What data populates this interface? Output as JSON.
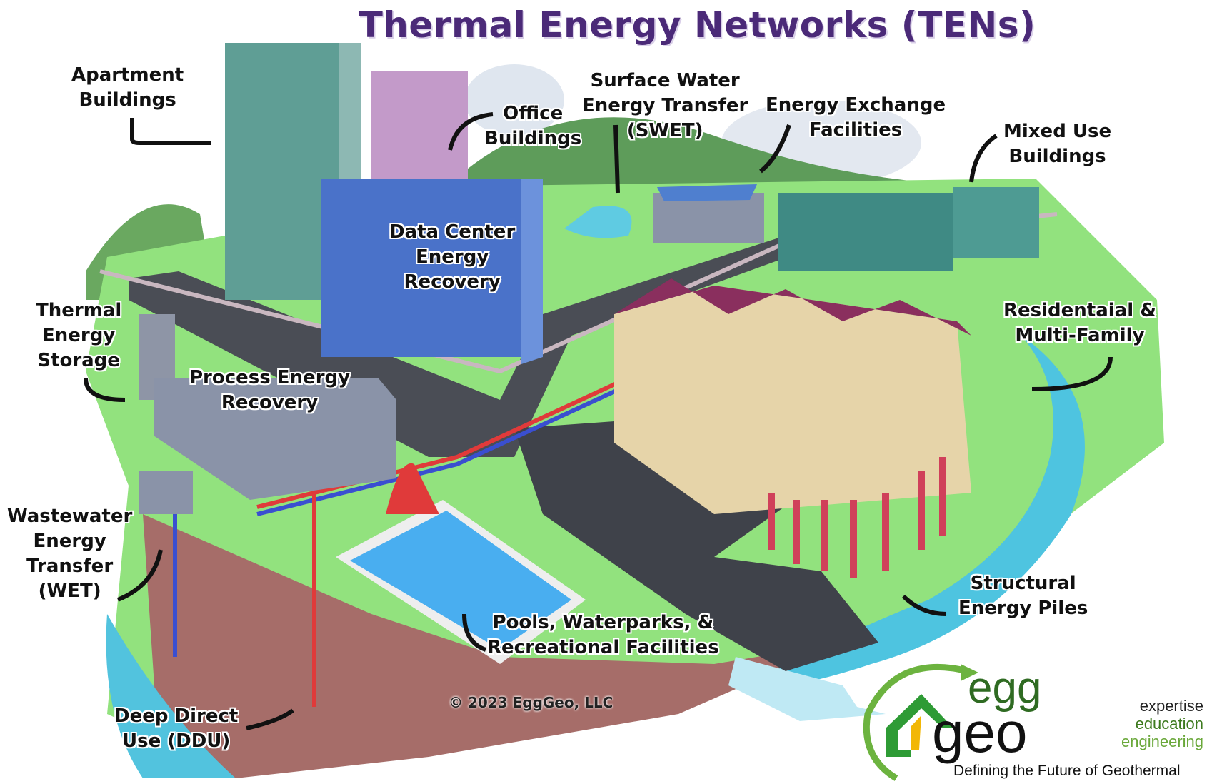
{
  "title": "Thermal Energy Networks (TENs)",
  "labels": {
    "apartment": [
      "Apartment",
      "Buildings"
    ],
    "office": [
      "Office",
      "Buildings"
    ],
    "swet": [
      "Surface Water",
      "Energy Transfer",
      "(SWET)"
    ],
    "exchange": [
      "Energy Exchange",
      "Facilities"
    ],
    "mixed": [
      "Mixed Use",
      "Buildings"
    ],
    "datacenter": [
      "Data Center",
      "Energy",
      "Recovery"
    ],
    "storage": [
      "Thermal",
      "Energy",
      "Storage"
    ],
    "process": [
      "Process Energy",
      "Recovery"
    ],
    "residential": [
      "Residentaial &",
      "Multi-Family"
    ],
    "wet": [
      "Wastewater",
      "Energy",
      "Transfer",
      "(WET)"
    ],
    "piles": [
      "Structural",
      "Energy Piles"
    ],
    "pools": [
      "Pools, Waterparks, &",
      "Recreational Facilities"
    ],
    "ddu": [
      "Deep Direct",
      "Use (DDU)"
    ]
  },
  "copyright": "© 2023 EggGeo, LLC",
  "logo": {
    "egg": "egg",
    "geo": "geo",
    "tagline": "Defining the Future of Geothermal",
    "words": [
      "expertise",
      "education",
      "engineering"
    ]
  },
  "colors": {
    "title": "#4b2a78",
    "grass": "#8fe07a",
    "soil": "#a9706a",
    "water": "#4cc6e0",
    "road": "#4a4d55",
    "pipe_hot": "#e03a3a",
    "pipe_cold": "#3a4fd0"
  }
}
